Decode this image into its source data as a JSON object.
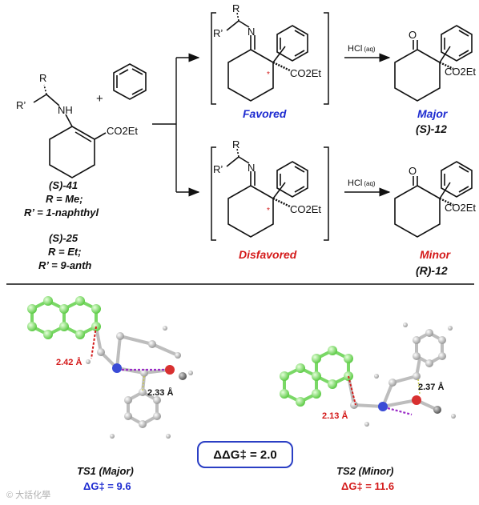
{
  "reactants": {
    "amine_label": "NH",
    "r_label": "R",
    "rprime_label": "R’",
    "ester_label": "CO2Et",
    "plus": "+"
  },
  "compound_41": {
    "name": "(S)-41",
    "r_line": "R = Me;",
    "rp_line": "R’ = 1-naphthyl"
  },
  "compound_25": {
    "name": "(S)-25",
    "r_line": "R = Et;",
    "rp_line": "R’ = 9-anth"
  },
  "top_path": {
    "n_label": "N",
    "r_label": "R",
    "rprime_label": "R’",
    "ester_label": "CO2Et",
    "outcome": "Favored",
    "reagent": "HCl",
    "reagent_sub": "(aq)",
    "product_o": "O",
    "product_ester": "CO2Et",
    "product_label": "Major",
    "product_name": "(S)-12"
  },
  "bottom_path": {
    "n_label": "N",
    "r_label": "R",
    "rprime_label": "R’",
    "ester_label": "CO2Et",
    "outcome": "Disfavored",
    "reagent": "HCl",
    "reagent_sub": "(aq)",
    "product_o": "O",
    "product_ester": "CO2Et",
    "product_label": "Minor",
    "product_name": "(R)-12"
  },
  "transition_states": {
    "ts1": {
      "name": "TS1 (Major)",
      "dg": "ΔG‡ = 9.6",
      "dist_red": "2.42 Å",
      "dist_black": "2.33 Å"
    },
    "ts2": {
      "name": "TS2 (Minor)",
      "dg": "ΔG‡ = 11.6",
      "dist_red": "2.13 Å",
      "dist_black": "2.37 Å"
    },
    "ddg": "ΔΔG‡ = 2.0"
  },
  "watermark": "© 大話化學",
  "colors": {
    "favored": "#1d2bd0",
    "disfavored": "#d41a1a",
    "carbon_ts": "#8fe07a",
    "box_border": "#2b3fc4"
  }
}
